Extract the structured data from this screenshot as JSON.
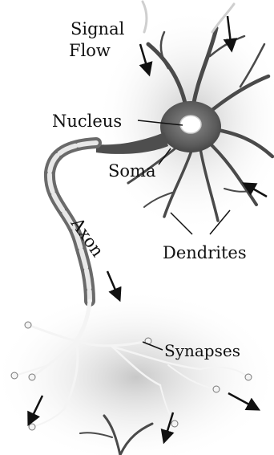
{
  "labels": {
    "signal_flow_line1": "Signal",
    "signal_flow_line2": "Flow",
    "nucleus": "Nucleus",
    "soma": "Soma",
    "axon": "Axon",
    "dendrites": "Dendrites",
    "synapses": "Synapses"
  },
  "colors": {
    "ink": "#111111",
    "shade_dark": "#5a5a5a",
    "shade_light": "#bdbdbd",
    "highlight": "#ffffff"
  }
}
